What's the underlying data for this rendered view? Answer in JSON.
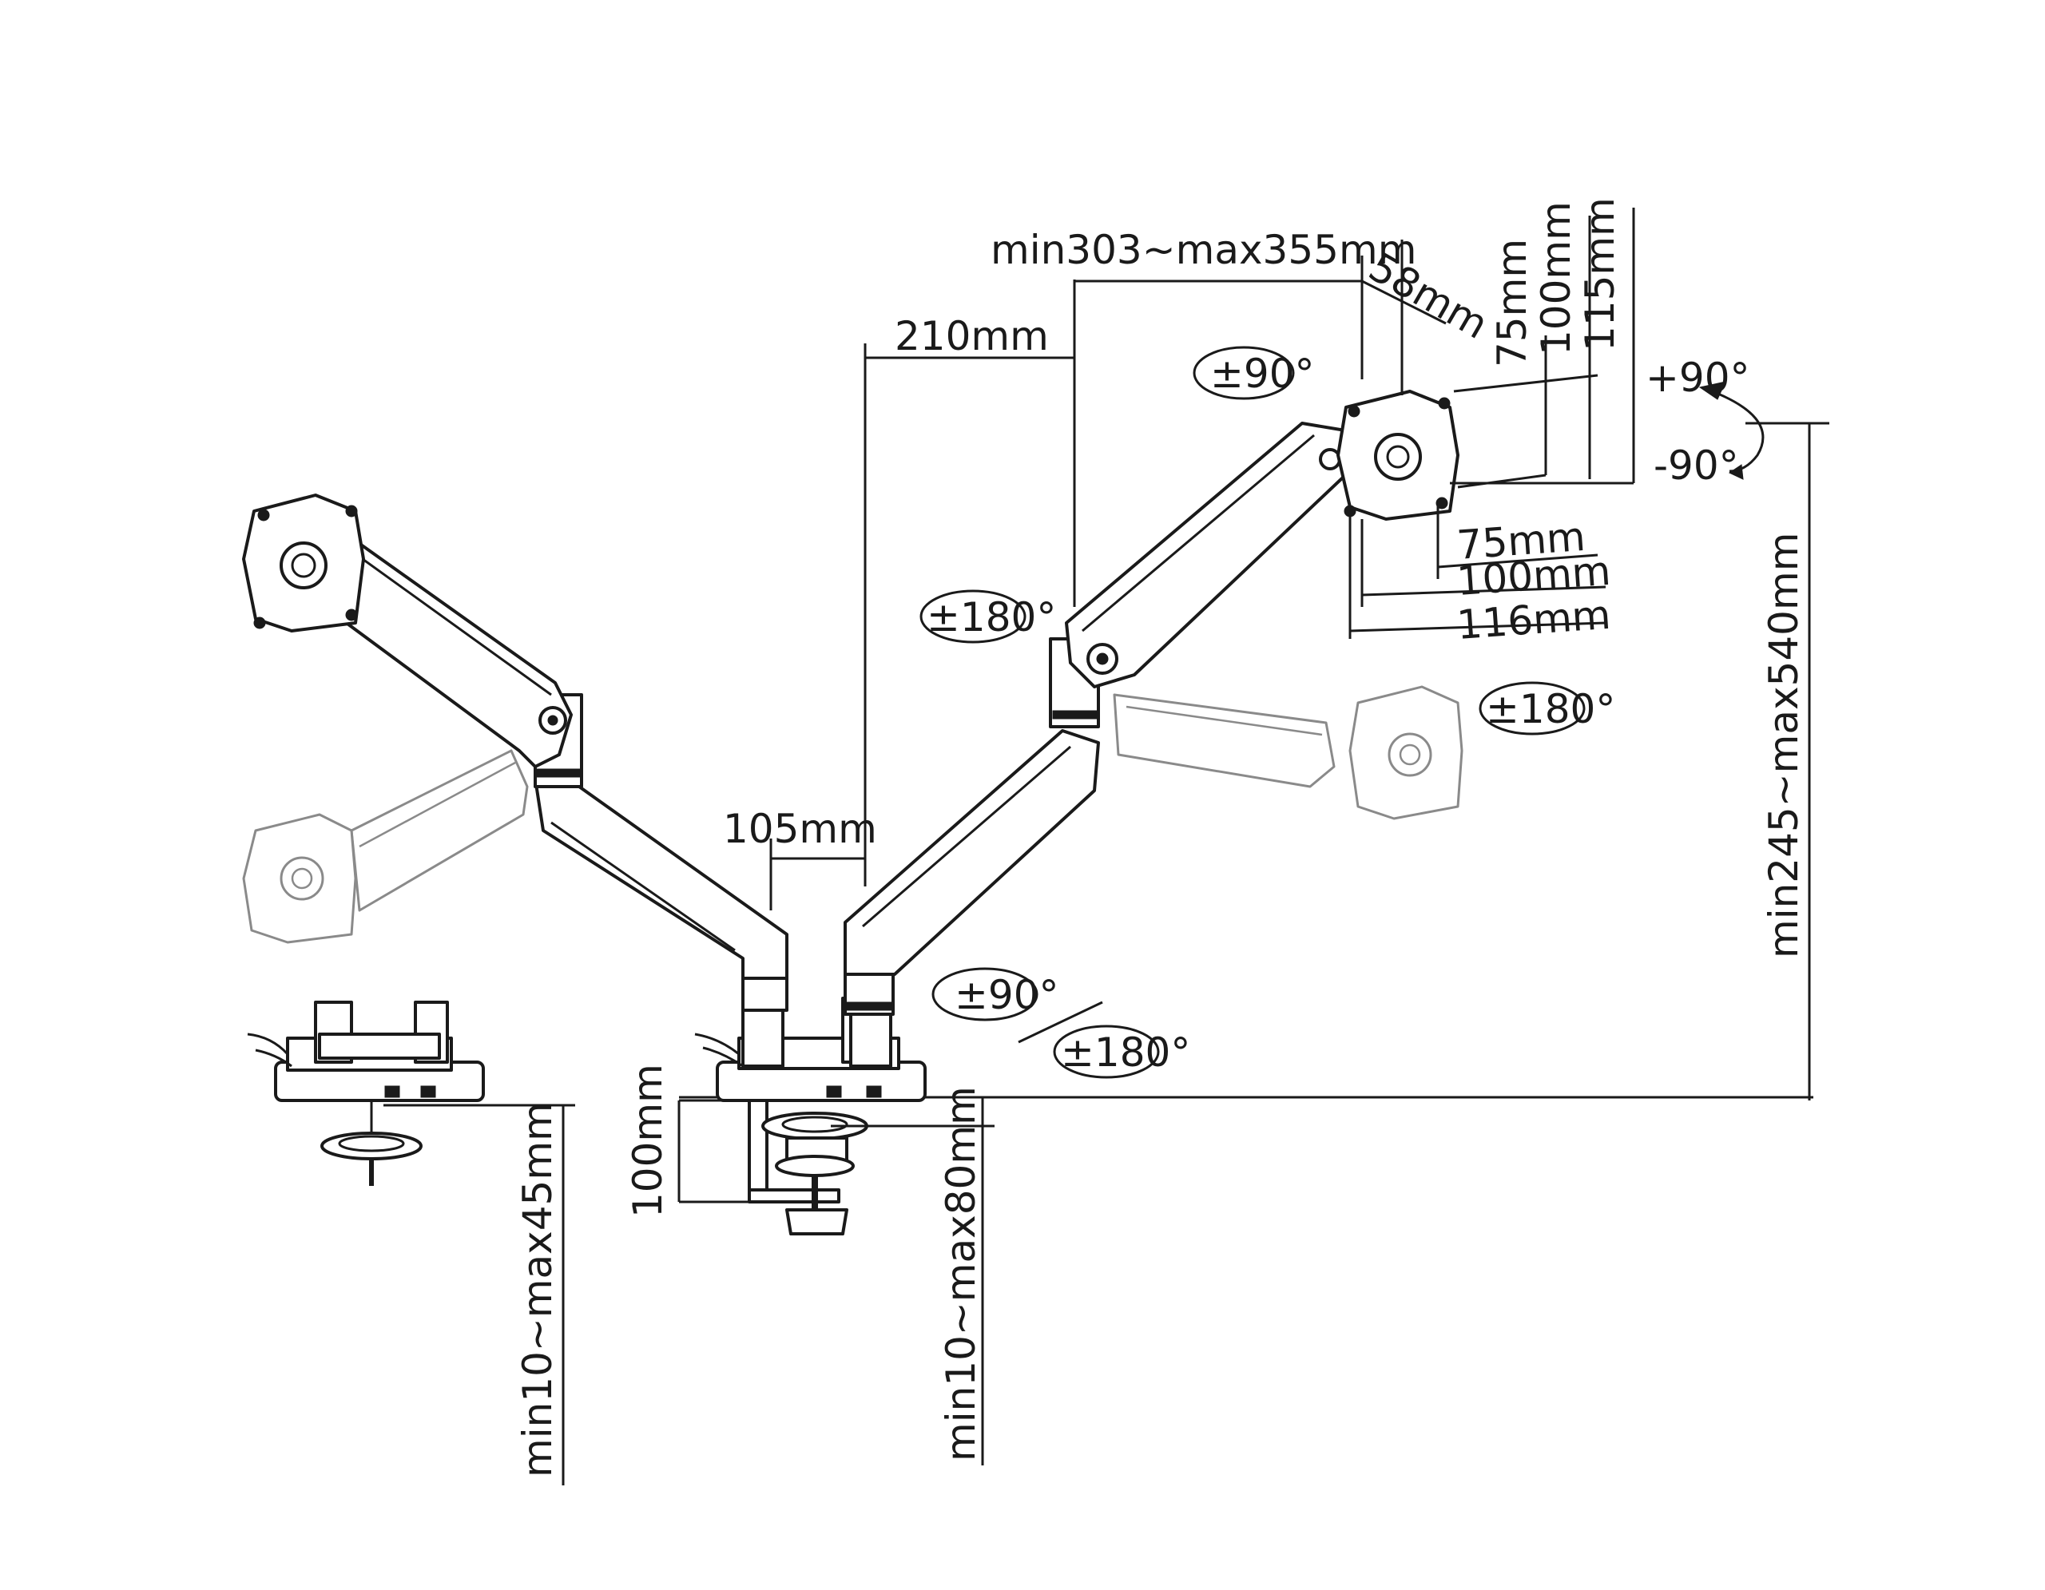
{
  "labels": {
    "arm_length": "min303~max355mm",
    "offset_210": "210mm",
    "offset_105": "105mm",
    "depth_58": "58mm",
    "vesa_v75": "75mm",
    "vesa_v100": "100mm",
    "vesa_v115": "115mm",
    "vesa_h75": "75mm",
    "vesa_h100": "100mm",
    "vesa_h116": "116mm",
    "tilt_plus": "+90°",
    "tilt_minus": "-90°",
    "swivel_head": "±90°",
    "rotate_arm": "±180°",
    "rotate_head": "±180°",
    "swivel_base": "±90°",
    "rotate_base": "±180°",
    "height_range": "min245~max540mm",
    "grommet_clamp": "min10~max45mm",
    "desk_clamp": "min10~max80mm",
    "clamp_height": "100mm"
  },
  "colors": {
    "line": "#1a1a1a",
    "ghost": "#8a8a8a",
    "background": "#ffffff"
  }
}
